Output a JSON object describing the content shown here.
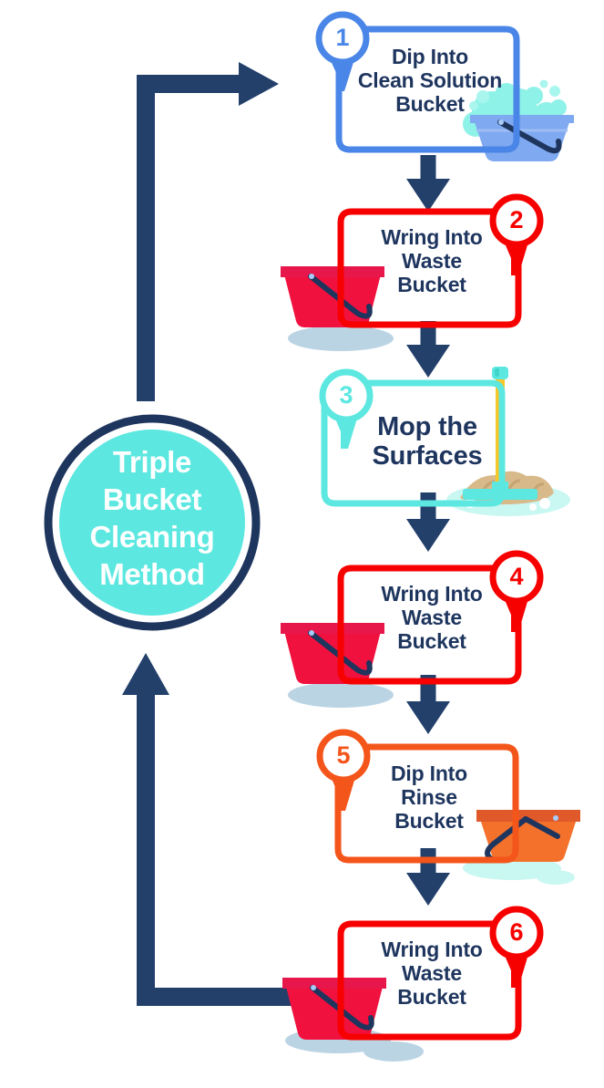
{
  "infographic": {
    "center": {
      "title": "Triple\nBucket\nCleaning\nMethod",
      "fill_color": "#5CE8E0",
      "ring_color": "#1E355E",
      "text_color": "#FFFFFF"
    },
    "arrow_color": "#23406B",
    "steps": [
      {
        "number": "1",
        "label": "Dip Into\nClean Solution\nBucket",
        "accent_color": "#4A86E8",
        "illustration": "blue-bucket-with-suds-icon",
        "bucket_color": "#7FA9F0"
      },
      {
        "number": "2",
        "label": "Wring Into\nWaste\nBucket",
        "accent_color": "#F70000",
        "illustration": "red-waste-bucket-icon",
        "bucket_color": "#E8174B"
      },
      {
        "number": "3",
        "label": "Mop the\nSurfaces",
        "accent_color": "#5CE8E0",
        "illustration": "mop-on-dirty-floor-icon",
        "bucket_color": "#5CE8E0"
      },
      {
        "number": "4",
        "label": "Wring Into\nWaste\nBucket",
        "accent_color": "#F70000",
        "illustration": "red-waste-bucket-icon",
        "bucket_color": "#E8174B"
      },
      {
        "number": "5",
        "label": "Dip Into\nRinse\nBucket",
        "accent_color": "#F4551A",
        "illustration": "orange-rinse-bucket-icon",
        "bucket_color": "#F4712B"
      },
      {
        "number": "6",
        "label": "Wring Into\nWaste\nBucket",
        "accent_color": "#F70000",
        "illustration": "red-waste-bucket-icon",
        "bucket_color": "#E8174B"
      }
    ]
  }
}
